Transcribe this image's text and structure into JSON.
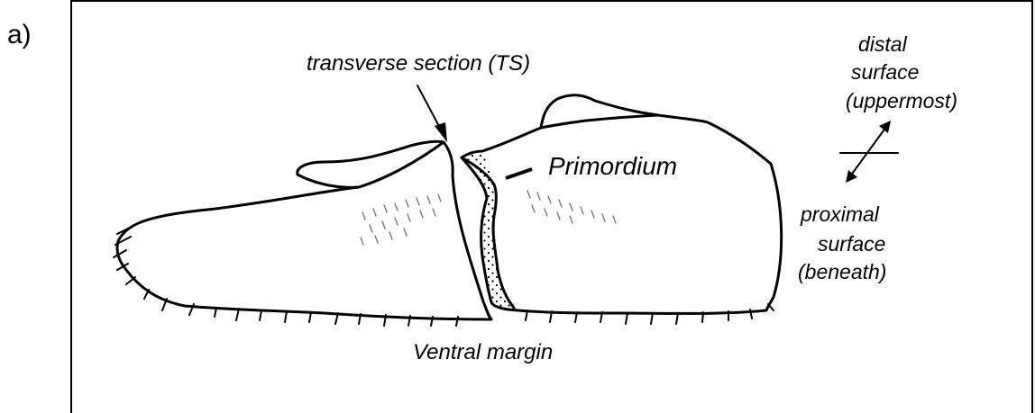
{
  "panel_label": "a)",
  "labels": {
    "transverse_section": "transverse section (TS)",
    "primordium": "Primordium",
    "ventral_margin": "Ventral margin",
    "distal": [
      "distal",
      "surface",
      "(uppermost)"
    ],
    "proximal": [
      "proximal",
      "surface",
      "(beneath)"
    ]
  }
}
